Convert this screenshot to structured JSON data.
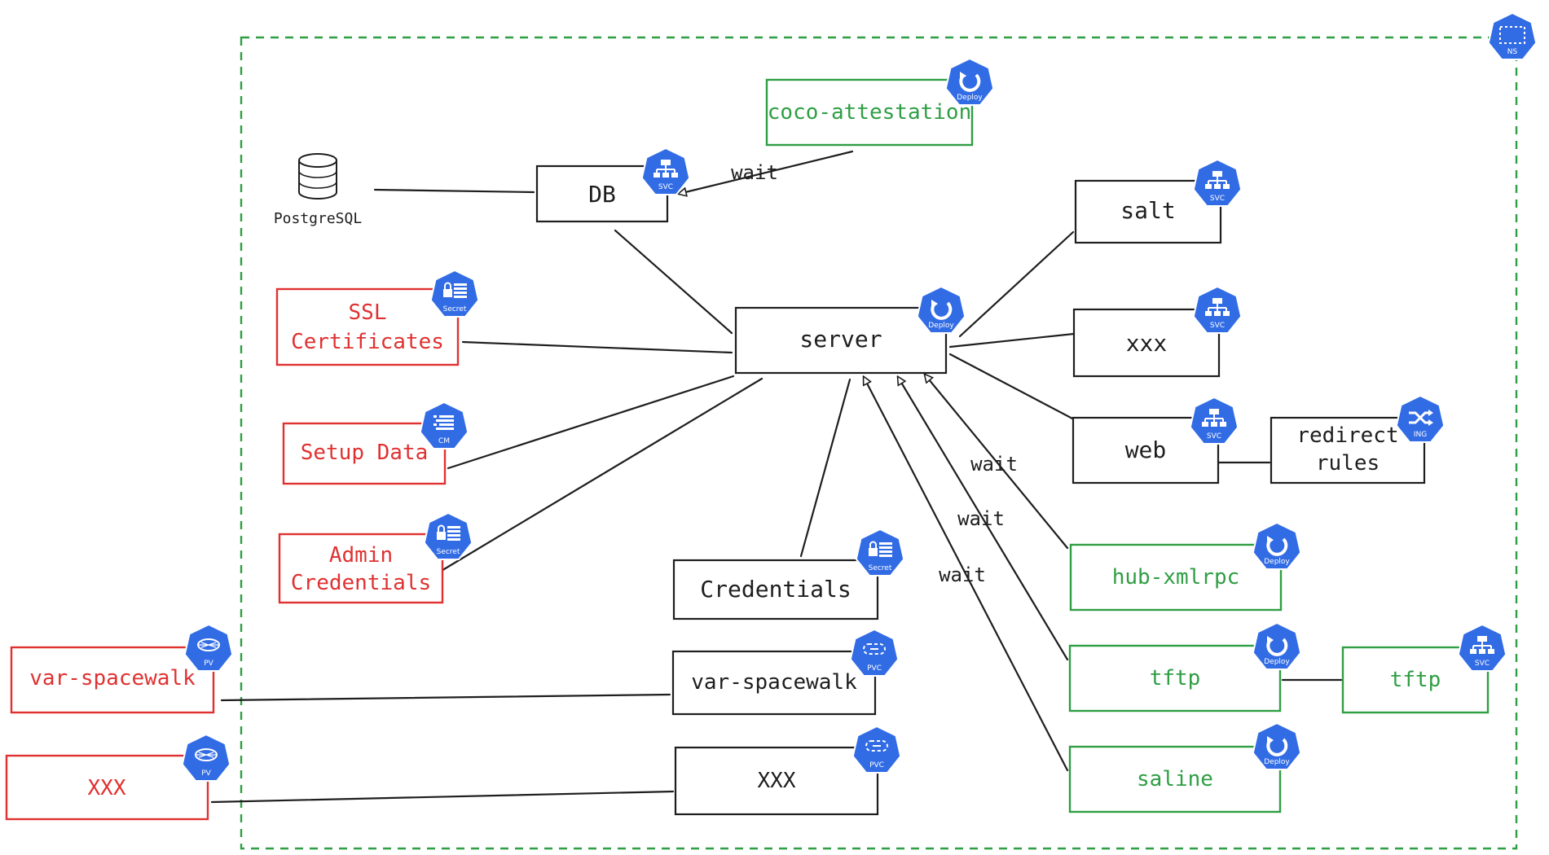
{
  "namespace": {
    "badge": "NS"
  },
  "database": {
    "label": "PostgreSQL"
  },
  "nodes": {
    "db": {
      "label": "DB",
      "badge": "SVC"
    },
    "coco": {
      "label": "coco-attestation",
      "badge": "Deploy"
    },
    "server": {
      "label": "server",
      "badge": "Deploy"
    },
    "ssl": {
      "line1": "SSL",
      "line2": "Certificates",
      "badge": "Secret"
    },
    "setup": {
      "label": "Setup Data",
      "badge": "CM"
    },
    "admin": {
      "line1": "Admin",
      "line2": "Credentials",
      "badge": "Secret"
    },
    "credentials": {
      "label": "Credentials",
      "badge": "Secret"
    },
    "salt": {
      "label": "salt",
      "badge": "SVC"
    },
    "xxx_svc": {
      "label": "xxx",
      "badge": "SVC"
    },
    "web": {
      "label": "web",
      "badge": "SVC"
    },
    "redirect": {
      "line1": "redirect",
      "line2": "rules",
      "badge": "ING"
    },
    "hub": {
      "label": "hub-xmlrpc",
      "badge": "Deploy"
    },
    "tftp_deploy": {
      "label": "tftp",
      "badge": "Deploy"
    },
    "tftp_svc": {
      "label": "tftp",
      "badge": "SVC"
    },
    "saline": {
      "label": "saline",
      "badge": "Deploy"
    },
    "pv_spacewalk": {
      "label": "var-spacewalk",
      "badge": "PV"
    },
    "pvc_spacewalk": {
      "label": "var-spacewalk",
      "badge": "PVC"
    },
    "pv_xxx": {
      "label": "XXX",
      "badge": "PV"
    },
    "pvc_xxx": {
      "label": "XXX",
      "badge": "PVC"
    }
  },
  "edges": {
    "wait_coco": "wait",
    "wait_hub": "wait",
    "wait_tftp": "wait",
    "wait_saline": "wait"
  },
  "colors": {
    "namespace_border": "#2f9e44",
    "red": "#e03131",
    "green": "#2f9e44",
    "badge": "#326ce5",
    "ink": "#1e1e1e"
  },
  "icons": {
    "db": "database-cylinder-icon",
    "svc": "k8s-service-icon",
    "deploy": "k8s-deployment-icon",
    "secret": "k8s-secret-icon",
    "cm": "k8s-configmap-icon",
    "ing": "k8s-ingress-icon",
    "pv": "k8s-persistent-volume-icon",
    "pvc": "k8s-persistent-volume-claim-icon",
    "ns": "k8s-namespace-icon"
  }
}
